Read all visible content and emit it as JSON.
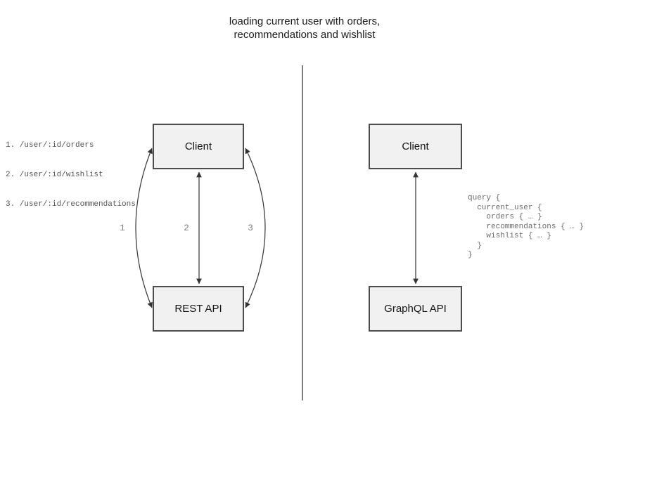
{
  "title": {
    "line1": "loading current user with orders,",
    "line2": "recommendations and wishlist"
  },
  "rest_side": {
    "endpoints": [
      "1. /user/:id/orders",
      "2. /user/:id/wishlist",
      "3. /user/:id/recommendations"
    ],
    "client_label": "Client",
    "api_label": "REST API",
    "arrow_labels": [
      "1",
      "2",
      "3"
    ]
  },
  "graphql_side": {
    "client_label": "Client",
    "api_label": "GraphQL API",
    "query_lines": [
      "query {",
      "  current_user {",
      "    orders { … }",
      "    recommendations { … }",
      "    wishlist { … }",
      "  }",
      "}"
    ]
  },
  "colors": {
    "background": "#ffffff",
    "box_fill": "#f1f1f1",
    "box_border": "#4c4c4c",
    "arrow": "#333333",
    "divider": "#7d7d7d",
    "muted_text": "#6b6b6b",
    "endpoint_text": "#565656",
    "title_text": "#1c1c1c"
  }
}
